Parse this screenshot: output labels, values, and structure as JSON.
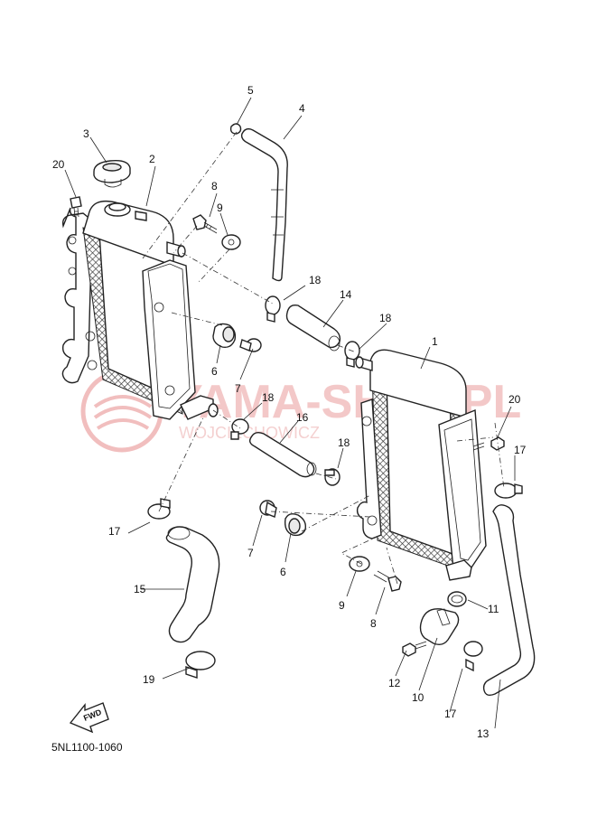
{
  "diagram": {
    "code": "5NL1100-1060",
    "fwd_label": "FWD",
    "watermark": {
      "main": "YAMA-SHOP.PL",
      "sub": "WOJCIECHOWICZ"
    },
    "callouts": [
      "1",
      "2",
      "3",
      "4",
      "5",
      "6",
      "6",
      "7",
      "7",
      "8",
      "8",
      "9",
      "9",
      "10",
      "11",
      "12",
      "13",
      "14",
      "15",
      "16",
      "17",
      "17",
      "17",
      "18",
      "18",
      "18",
      "18",
      "19",
      "20",
      "20"
    ]
  }
}
